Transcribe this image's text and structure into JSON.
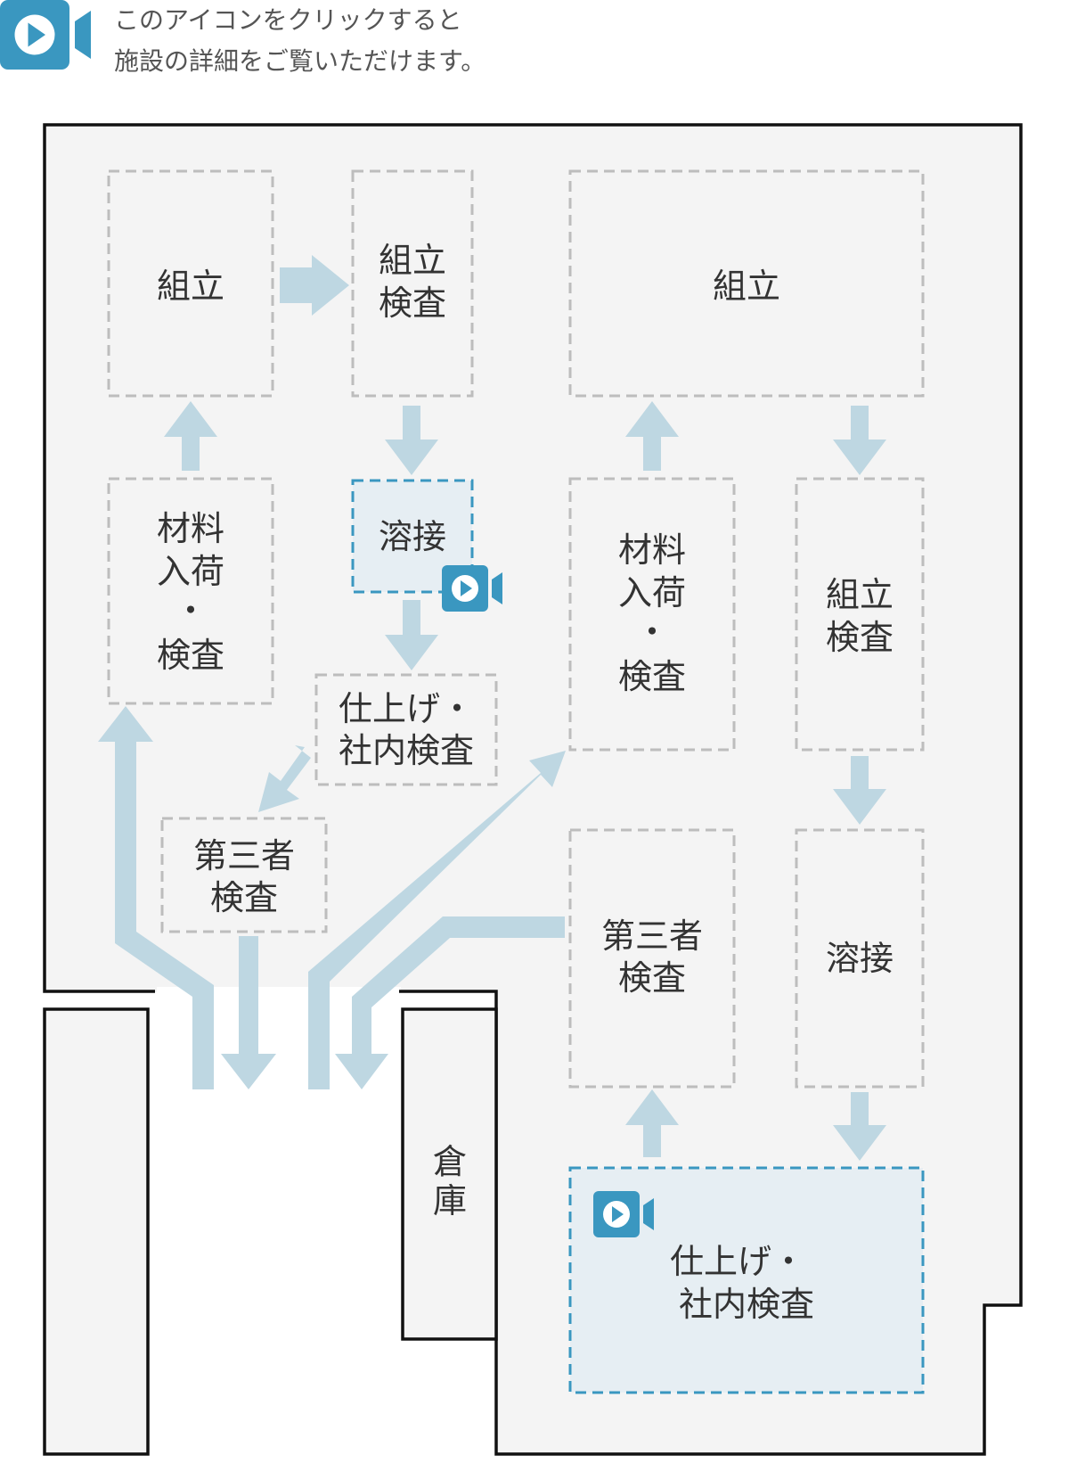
{
  "legend": {
    "line1": "このアイコンをクリックすると",
    "line2": "施設の詳細をご覧いただけます。",
    "icon": "video-camera-play-icon"
  },
  "colors": {
    "wall": "#111111",
    "floor": "#f4f4f4",
    "zone_border": "#bdbdbd",
    "highlight_fill": "#e6eef3",
    "highlight_border": "#3a97c0",
    "arrow": "#bed7e2",
    "icon": "#3a97c0"
  },
  "zones": {
    "assembly_1": "組立",
    "assembly_inspection_1": [
      "組立",
      "検査"
    ],
    "assembly_2": "組立",
    "materials_1": [
      "材料",
      "入荷",
      "・",
      "検査"
    ],
    "welding_1": "溶接",
    "materials_2": [
      "材料",
      "入荷",
      "・",
      "検査"
    ],
    "assembly_inspection_2": [
      "組立",
      "検査"
    ],
    "finishing_1": [
      "仕上げ・",
      "社内検査"
    ],
    "third_party_1": [
      "第三者",
      "検査"
    ],
    "third_party_2": [
      "第三者",
      "検査"
    ],
    "welding_2": "溶接",
    "warehouse": [
      "倉",
      "庫"
    ],
    "finishing_2": [
      "仕上げ・",
      "社内検査"
    ]
  }
}
